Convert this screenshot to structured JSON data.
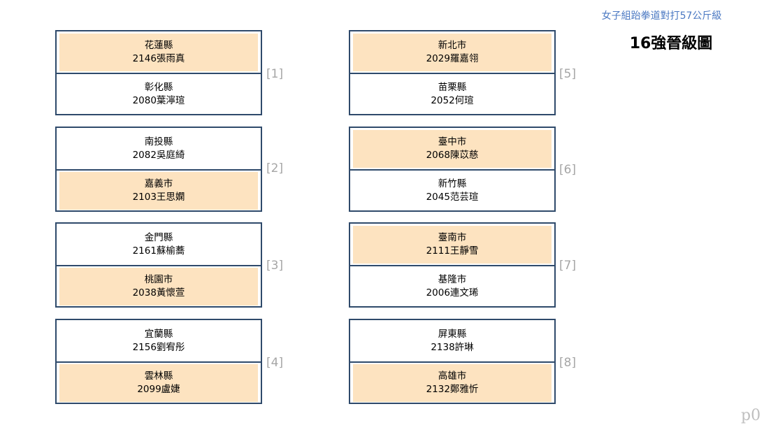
{
  "header": {
    "event": "女子組跆拳道對打57公斤級",
    "title": "16強晉級圖"
  },
  "page_mark": "p0",
  "matches": [
    {
      "label": "[1]",
      "top": {
        "area": "花蓮縣",
        "name": "2146張雨真",
        "winner": true
      },
      "bottom": {
        "area": "彰化縣",
        "name": "2080葉濘瑄",
        "winner": false
      }
    },
    {
      "label": "[2]",
      "top": {
        "area": "南投縣",
        "name": "2082吳庭綺",
        "winner": false
      },
      "bottom": {
        "area": "嘉義市",
        "name": "2103王思嫻",
        "winner": true
      }
    },
    {
      "label": "[3]",
      "top": {
        "area": "金門縣",
        "name": "2161蘇榆蕎",
        "winner": false
      },
      "bottom": {
        "area": "桃園市",
        "name": "2038黃懷萱",
        "winner": true
      }
    },
    {
      "label": "[4]",
      "top": {
        "area": "宜蘭縣",
        "name": "2156劉宥彤",
        "winner": false
      },
      "bottom": {
        "area": "雲林縣",
        "name": "2099盧婕",
        "winner": true
      }
    },
    {
      "label": "[5]",
      "top": {
        "area": "新北市",
        "name": "2029羅嘉翎",
        "winner": true
      },
      "bottom": {
        "area": "苗栗縣",
        "name": "2052何瑄",
        "winner": false
      }
    },
    {
      "label": "[6]",
      "top": {
        "area": "臺中市",
        "name": "2068陳苡慈",
        "winner": true
      },
      "bottom": {
        "area": "新竹縣",
        "name": "2045范芸瑄",
        "winner": false
      }
    },
    {
      "label": "[7]",
      "top": {
        "area": "臺南市",
        "name": "2111王靜雪",
        "winner": true
      },
      "bottom": {
        "area": "基隆市",
        "name": "2006連文琋",
        "winner": false
      }
    },
    {
      "label": "[8]",
      "top": {
        "area": "屏東縣",
        "name": "2138許琳",
        "winner": false
      },
      "bottom": {
        "area": "高雄市",
        "name": "2132鄭雅忻",
        "winner": true
      }
    }
  ]
}
